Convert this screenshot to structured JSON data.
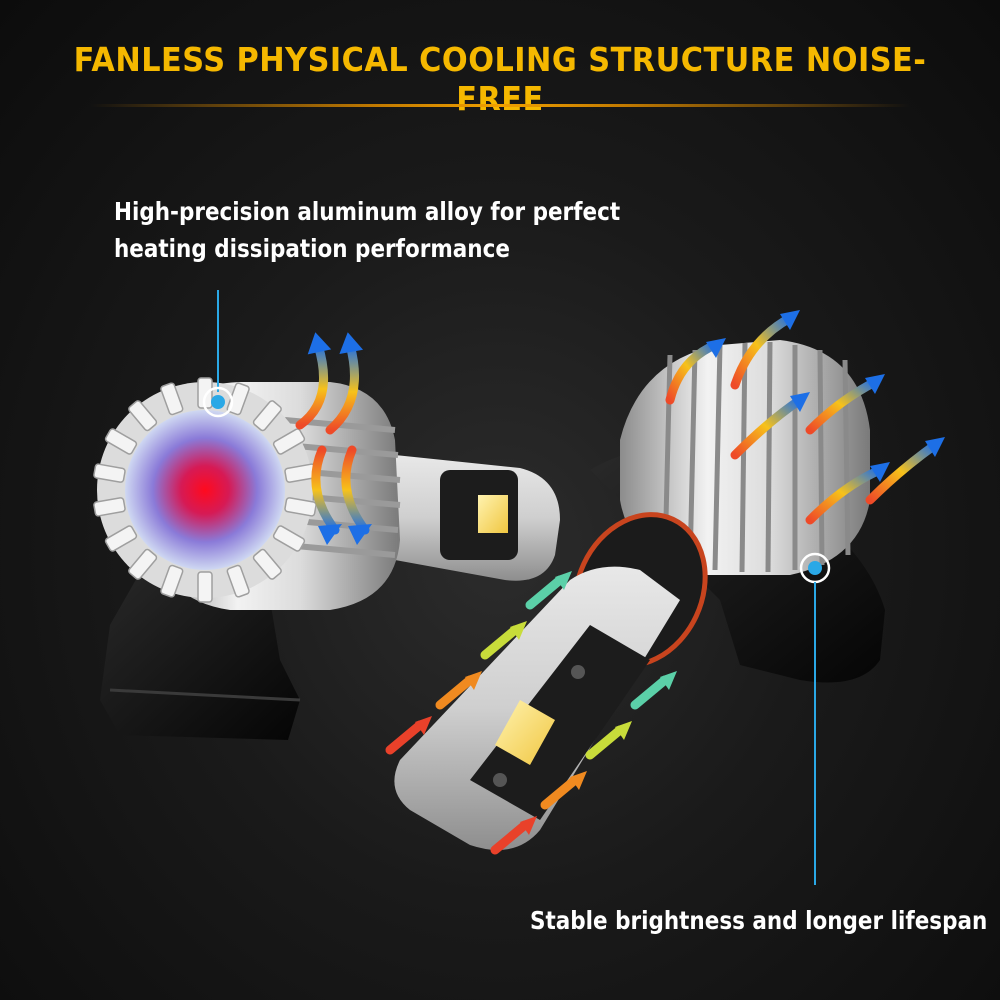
{
  "headline": "FANLESS PHYSICAL COOLING STRUCTURE NOISE-FREE",
  "callouts": {
    "top": {
      "line1": "High-precision aluminum alloy for perfect",
      "line2": "heating dissipation performance"
    },
    "bottom": {
      "text": "Stable brightness and longer lifespan"
    }
  },
  "colors": {
    "headline": "#f5b800",
    "accent_rule": "#f0a000",
    "callout_line": "#2aa8e6",
    "heat_core": "#e0142a",
    "cool_arrow": "#1a6fe8",
    "warm_arrow": "#f3a21b",
    "hot_arrow": "#e9412a"
  },
  "icons": [
    "callout-dot-icon",
    "airflow-arrow-icon"
  ]
}
